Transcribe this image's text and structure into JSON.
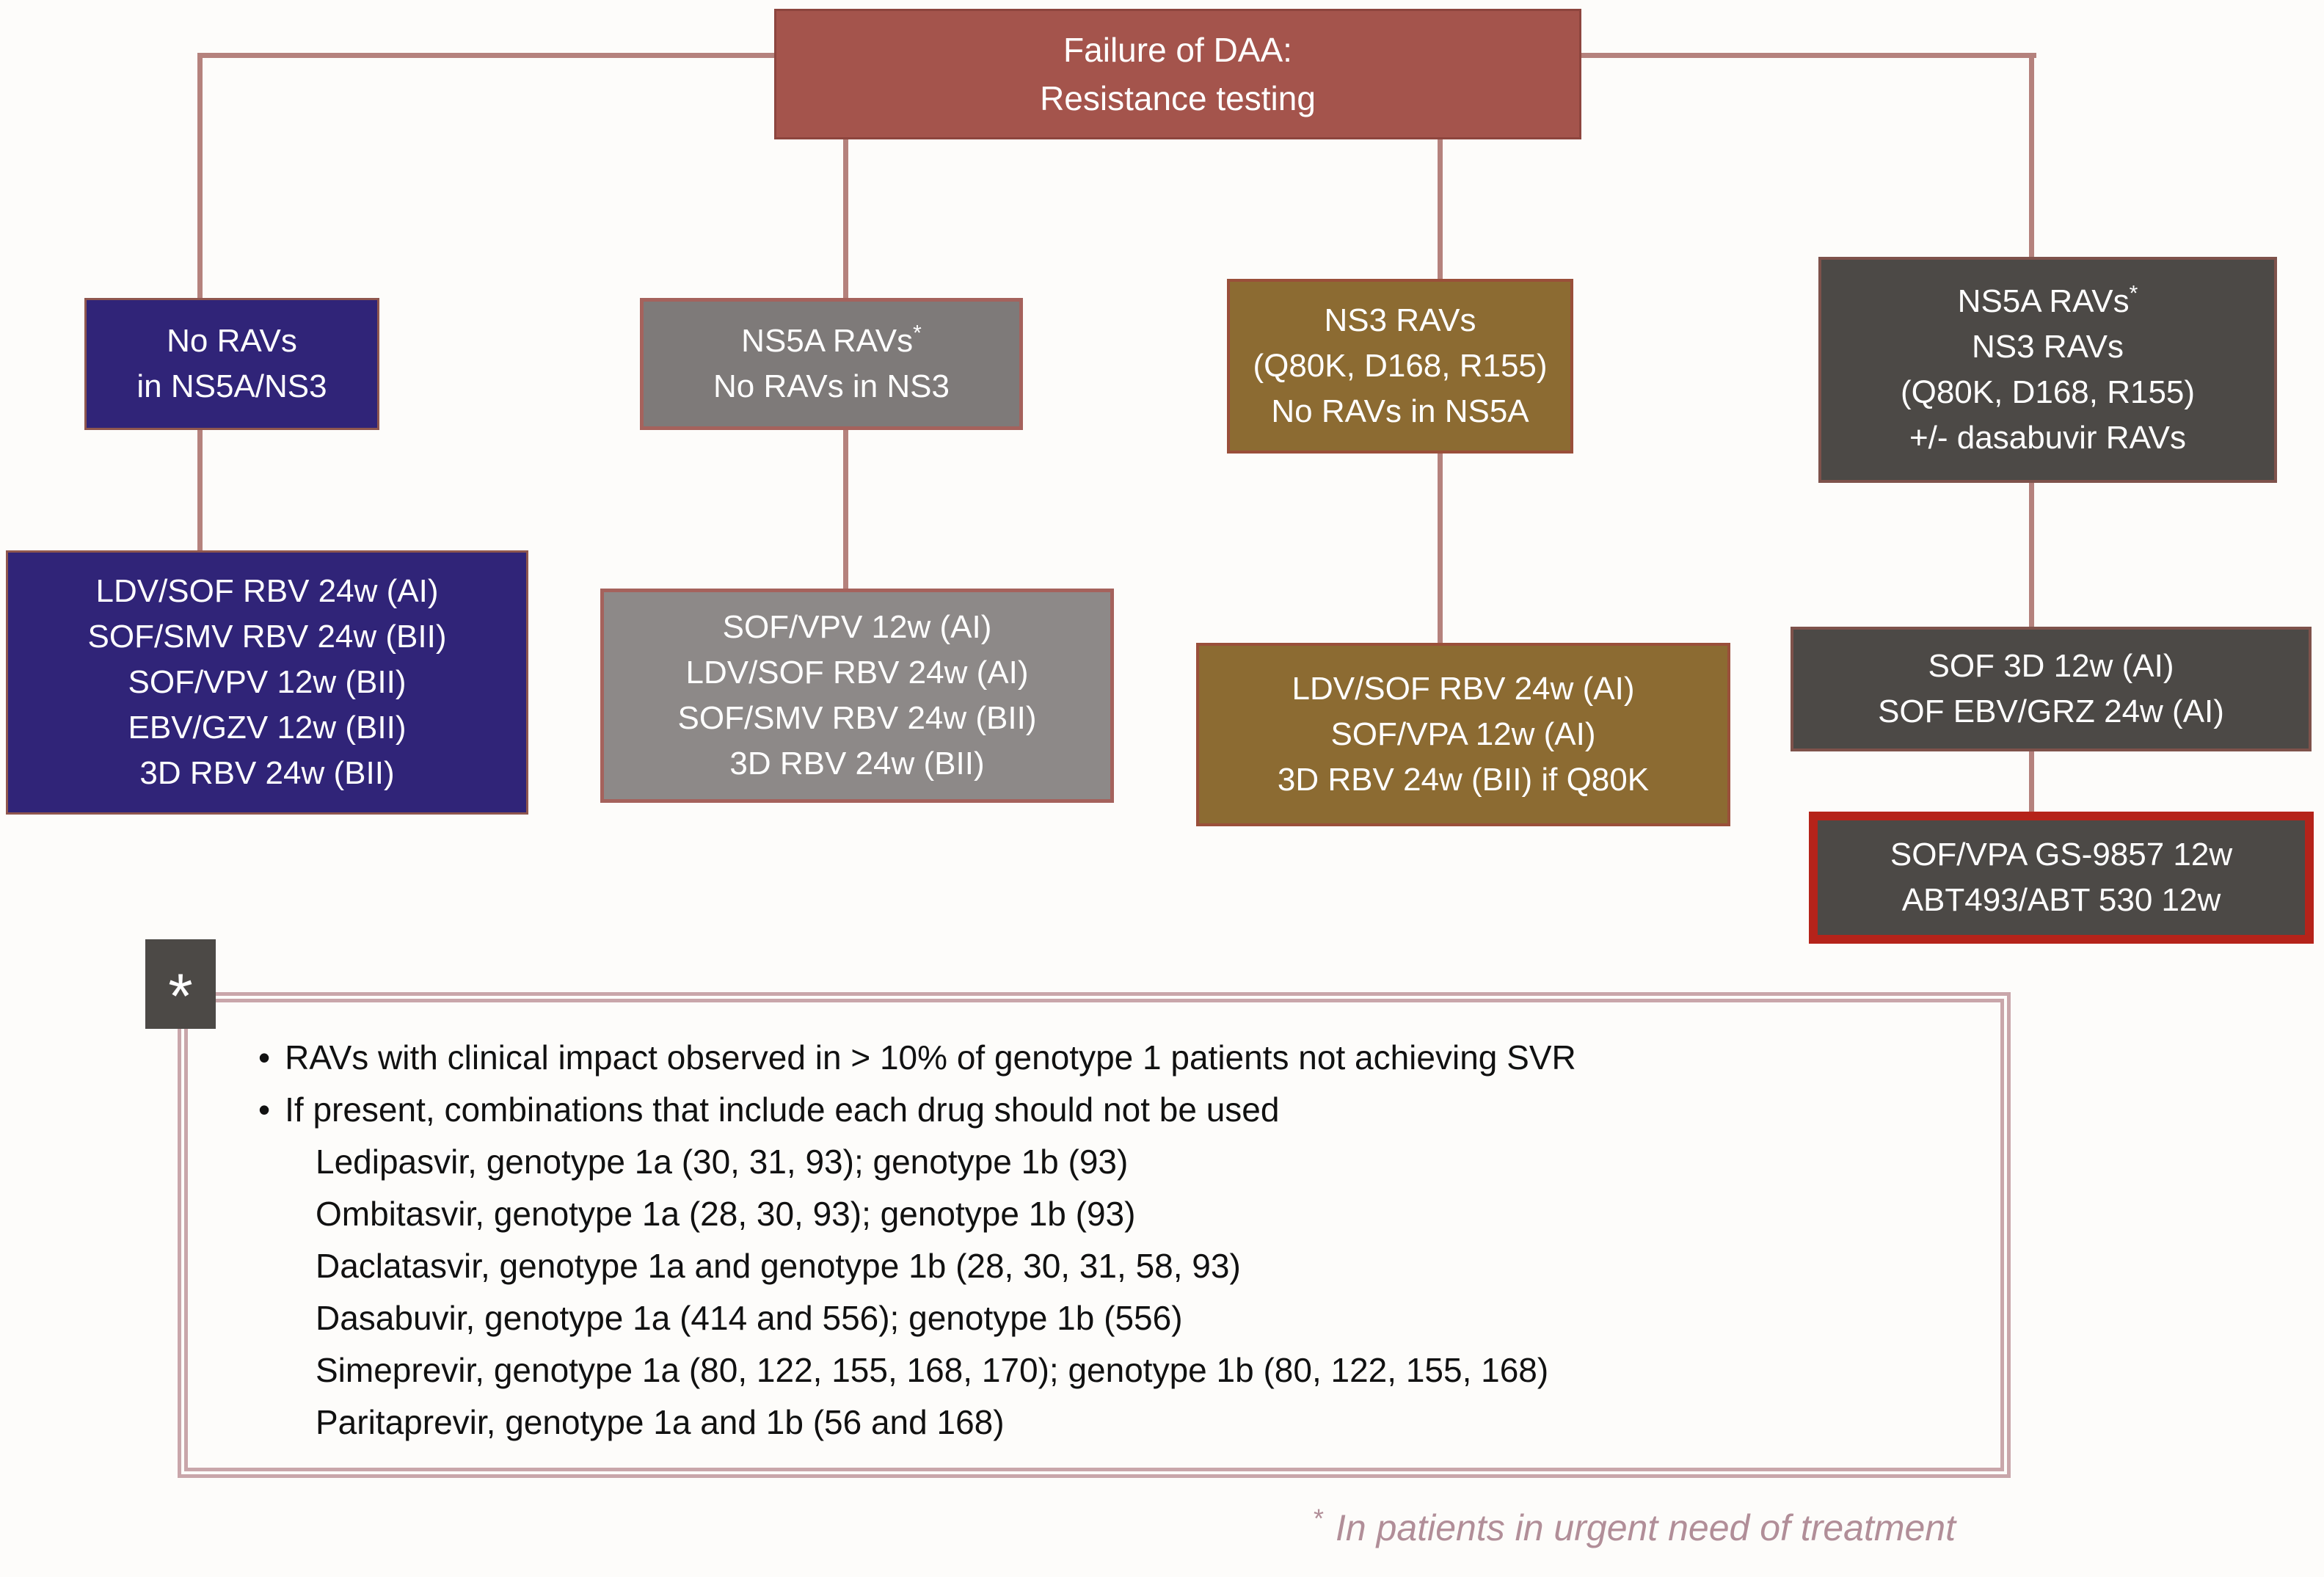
{
  "colors": {
    "paper": "#fdfcfa",
    "red": "#a4544c",
    "purple": "#302478",
    "gray": "#7e7a79",
    "grayLight": "#8d8988",
    "gold": "#8c6b32",
    "dark": "#4c4946",
    "alertRed": "#b5231a",
    "line": "#b5827d",
    "roseBorder": "#a5625c",
    "framePink": "#c9a6aa",
    "captionPink": "#b18e98",
    "ink": "#111111"
  },
  "root": {
    "line1": "Failure of DAA:",
    "line2": "Resistance testing"
  },
  "branch1": {
    "label1": "No RAVs",
    "label2": "in NS5A/NS3",
    "rx": [
      "LDV/SOF RBV 24w (AI)",
      "SOF/SMV RBV 24w (BII)",
      "SOF/VPV 12w (BII)",
      "EBV/GZV 12w (BII)",
      "3D RBV 24w (BII)"
    ]
  },
  "branch2": {
    "label1": "NS5A RAVs",
    "label1_sup": "*",
    "label2": "No RAVs in NS3",
    "rx": [
      "SOF/VPV 12w (AI)",
      "LDV/SOF RBV 24w (AI)",
      "SOF/SMV RBV 24w (BII)",
      "3D RBV 24w (BII)"
    ]
  },
  "branch3": {
    "label1": "NS3 RAVs",
    "label2": "(Q80K, D168, R155)",
    "label3": "No RAVs in NS5A",
    "rx": [
      "LDV/SOF RBV 24w (AI)",
      "SOF/VPA 12w (AI)",
      "3D RBV 24w (BII) if Q80K"
    ]
  },
  "branch4": {
    "label1": "NS5A RAVs",
    "label1_sup": "*",
    "label2": "NS3 RAVs",
    "label3": "(Q80K, D168, R155)",
    "label4": "+/- dasabuvir RAVs",
    "rx": [
      "SOF 3D 12w (AI)",
      "SOF EBV/GRZ 24w (AI)"
    ],
    "rx2": [
      "SOF/VPA GS-9857 12w",
      "ABT493/ABT 530 12w"
    ]
  },
  "footnote": {
    "marker": "*",
    "bullet": "•",
    "bullets": [
      "RAVs with clinical impact observed in > 10% of genotype 1 patients not achieving SVR",
      "If present, combinations that include each drug should not be used"
    ],
    "drugs": [
      "Ledipasvir, genotype 1a (30, 31, 93); genotype 1b (93)",
      "Ombitasvir, genotype 1a (28, 30, 93); genotype 1b (93)",
      "Daclatasvir, genotype 1a and genotype 1b (28, 30, 31, 58, 93)",
      "Dasabuvir, genotype 1a (414 and 556); genotype 1b (556)",
      "Simeprevir, genotype 1a (80, 122, 155, 168, 170); genotype 1b (80, 122, 155, 168)",
      "Paritaprevir, genotype 1a and 1b (56 and 168)"
    ]
  },
  "caption": {
    "sup": "*",
    "text": "In patients in urgent need of treatment"
  }
}
